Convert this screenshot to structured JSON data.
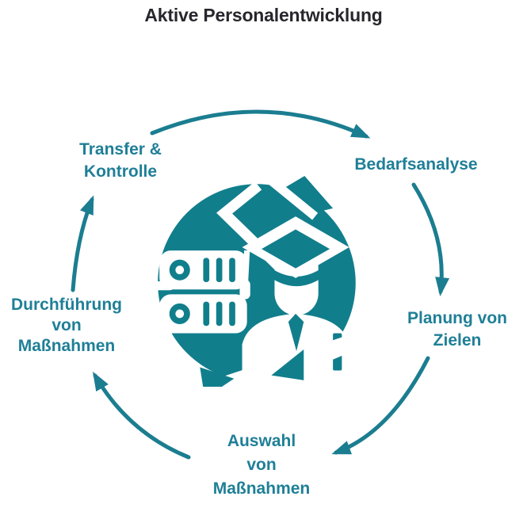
{
  "title": "Aktive Personalentwicklung",
  "colors": {
    "teal": "#117E8C",
    "arrow_teal": "#1B7D90",
    "label_teal": "#1F7F97",
    "title_color": "#27262C",
    "white": "#FFFFFF"
  },
  "diagram": {
    "type": "cycle",
    "direction": "clockwise",
    "center_icon": "graduate-with-servers-cycle-icon",
    "steps": [
      {
        "label": "Bedarfsanalyse",
        "position": "right-top"
      },
      {
        "label": "Planung von\nZielen",
        "position": "right-bottom"
      },
      {
        "label": "Auswahl\nvon\nMaßnahmen",
        "position": "bottom"
      },
      {
        "label": "Durchführung\nvon\nMaßnahmen",
        "position": "left"
      },
      {
        "label": "Transfer &\nKontrolle",
        "position": "top-left"
      }
    ]
  }
}
